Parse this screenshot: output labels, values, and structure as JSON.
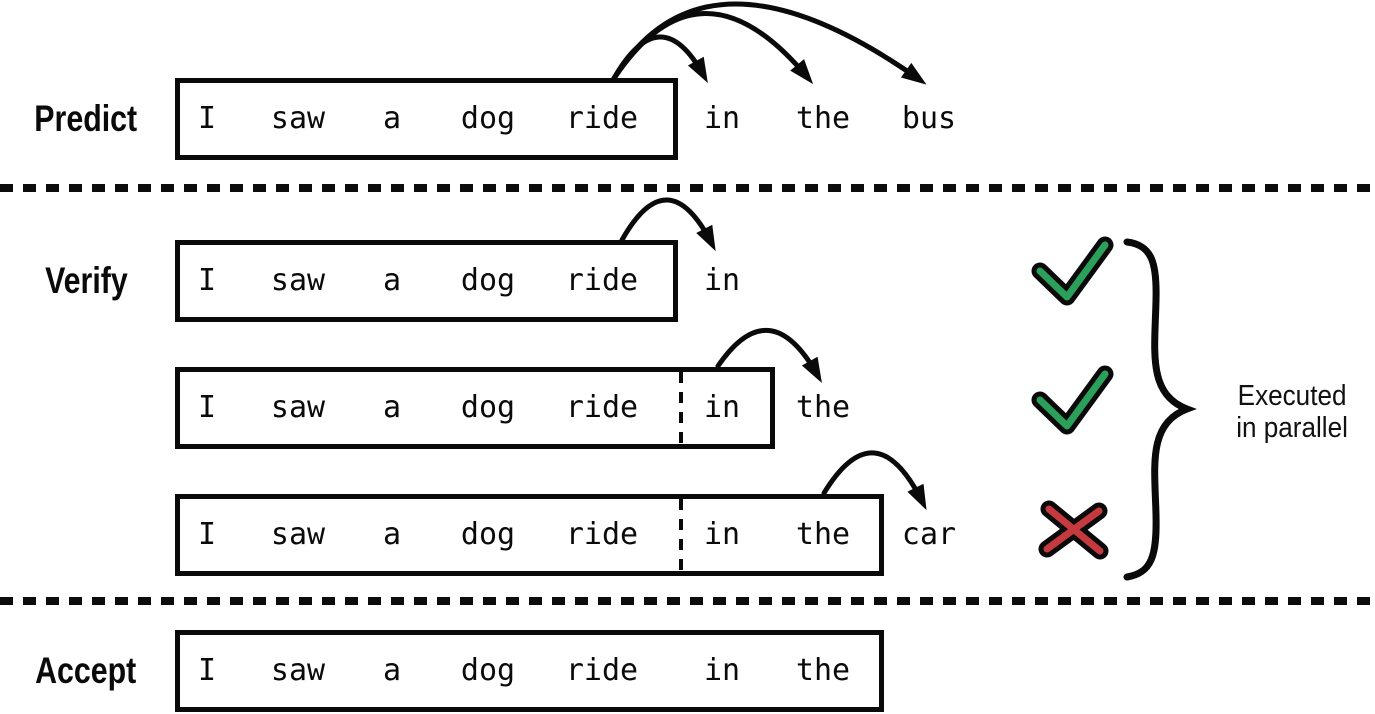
{
  "predict": {
    "label": "Predict",
    "tokens": [
      "I",
      "saw",
      "a",
      "dog",
      "ride"
    ],
    "predicted": [
      "in",
      "the",
      "bus"
    ]
  },
  "verify": {
    "label": "Verify",
    "rows": [
      {
        "context": [
          "I",
          "saw",
          "a",
          "dog",
          "ride"
        ],
        "draft": [],
        "next": "in",
        "result": "pass"
      },
      {
        "context": [
          "I",
          "saw",
          "a",
          "dog",
          "ride"
        ],
        "draft": [
          "in"
        ],
        "next": "the",
        "result": "pass"
      },
      {
        "context": [
          "I",
          "saw",
          "a",
          "dog",
          "ride"
        ],
        "draft": [
          "in",
          "the"
        ],
        "next": "car",
        "result": "fail"
      }
    ],
    "annotation_line1": "Executed",
    "annotation_line2": "in parallel"
  },
  "accept": {
    "label": "Accept",
    "tokens": [
      "I",
      "saw",
      "a",
      "dog",
      "ride",
      "in",
      "the"
    ]
  },
  "colors": {
    "ink": "#0a0a0a",
    "check_green": "#2aa05a",
    "cross_red": "#c43a3f",
    "background": "#ffffff"
  },
  "icons": {
    "pass": "check-icon",
    "fail": "x-icon"
  }
}
